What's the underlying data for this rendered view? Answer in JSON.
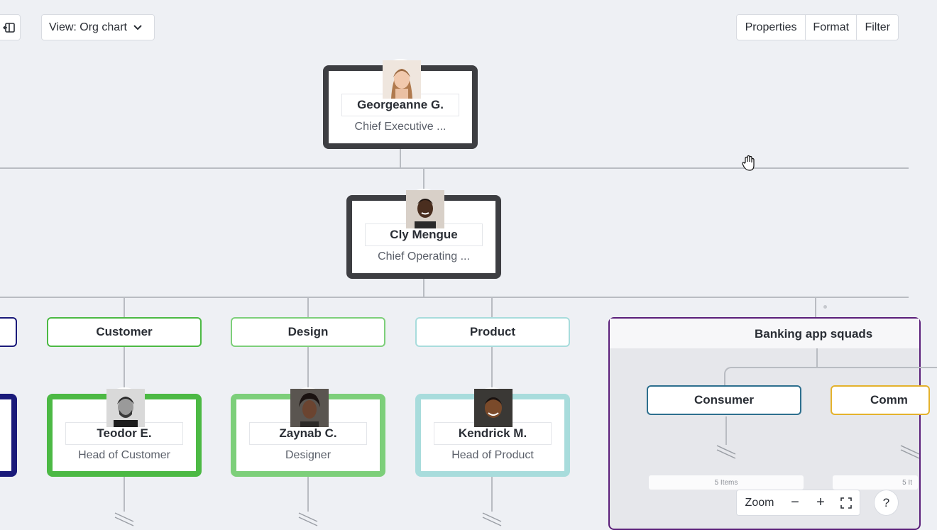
{
  "toolbar": {
    "view_label": "View: Org chart",
    "properties": "Properties",
    "format": "Format",
    "filter": "Filter"
  },
  "people": {
    "ceo": {
      "name": "Georgeanne G.",
      "role": "Chief Executive ..."
    },
    "coo": {
      "name": "Cly Mengue",
      "role": "Chief Operating ..."
    },
    "customer_head": {
      "name": "Teodor E.",
      "role": "Head of Customer"
    },
    "designer": {
      "name": "Zaynab C.",
      "role": "Designer"
    },
    "product_head": {
      "name": "Kendrick M.",
      "role": "Head of Product"
    }
  },
  "departments": {
    "customer": "Customer",
    "design": "Design",
    "product": "Product"
  },
  "squads": {
    "title": "Banking app squads",
    "consumer": "Consumer",
    "commercial_partial": "Comm",
    "consumer_items": "5 Items",
    "commercial_items": "5 It"
  },
  "zoom": {
    "label": "Zoom",
    "minus": "−",
    "plus": "+"
  },
  "help": "?",
  "colors": {
    "customer": "#4cb944",
    "design": "#7dcf7a",
    "product": "#a8dcdc",
    "squads_border": "#5b1f7a",
    "consumer": "#2d6f8e",
    "commercial": "#e4b22c",
    "left_partial": "#1a1a7a",
    "exec": "#3d3e42"
  }
}
